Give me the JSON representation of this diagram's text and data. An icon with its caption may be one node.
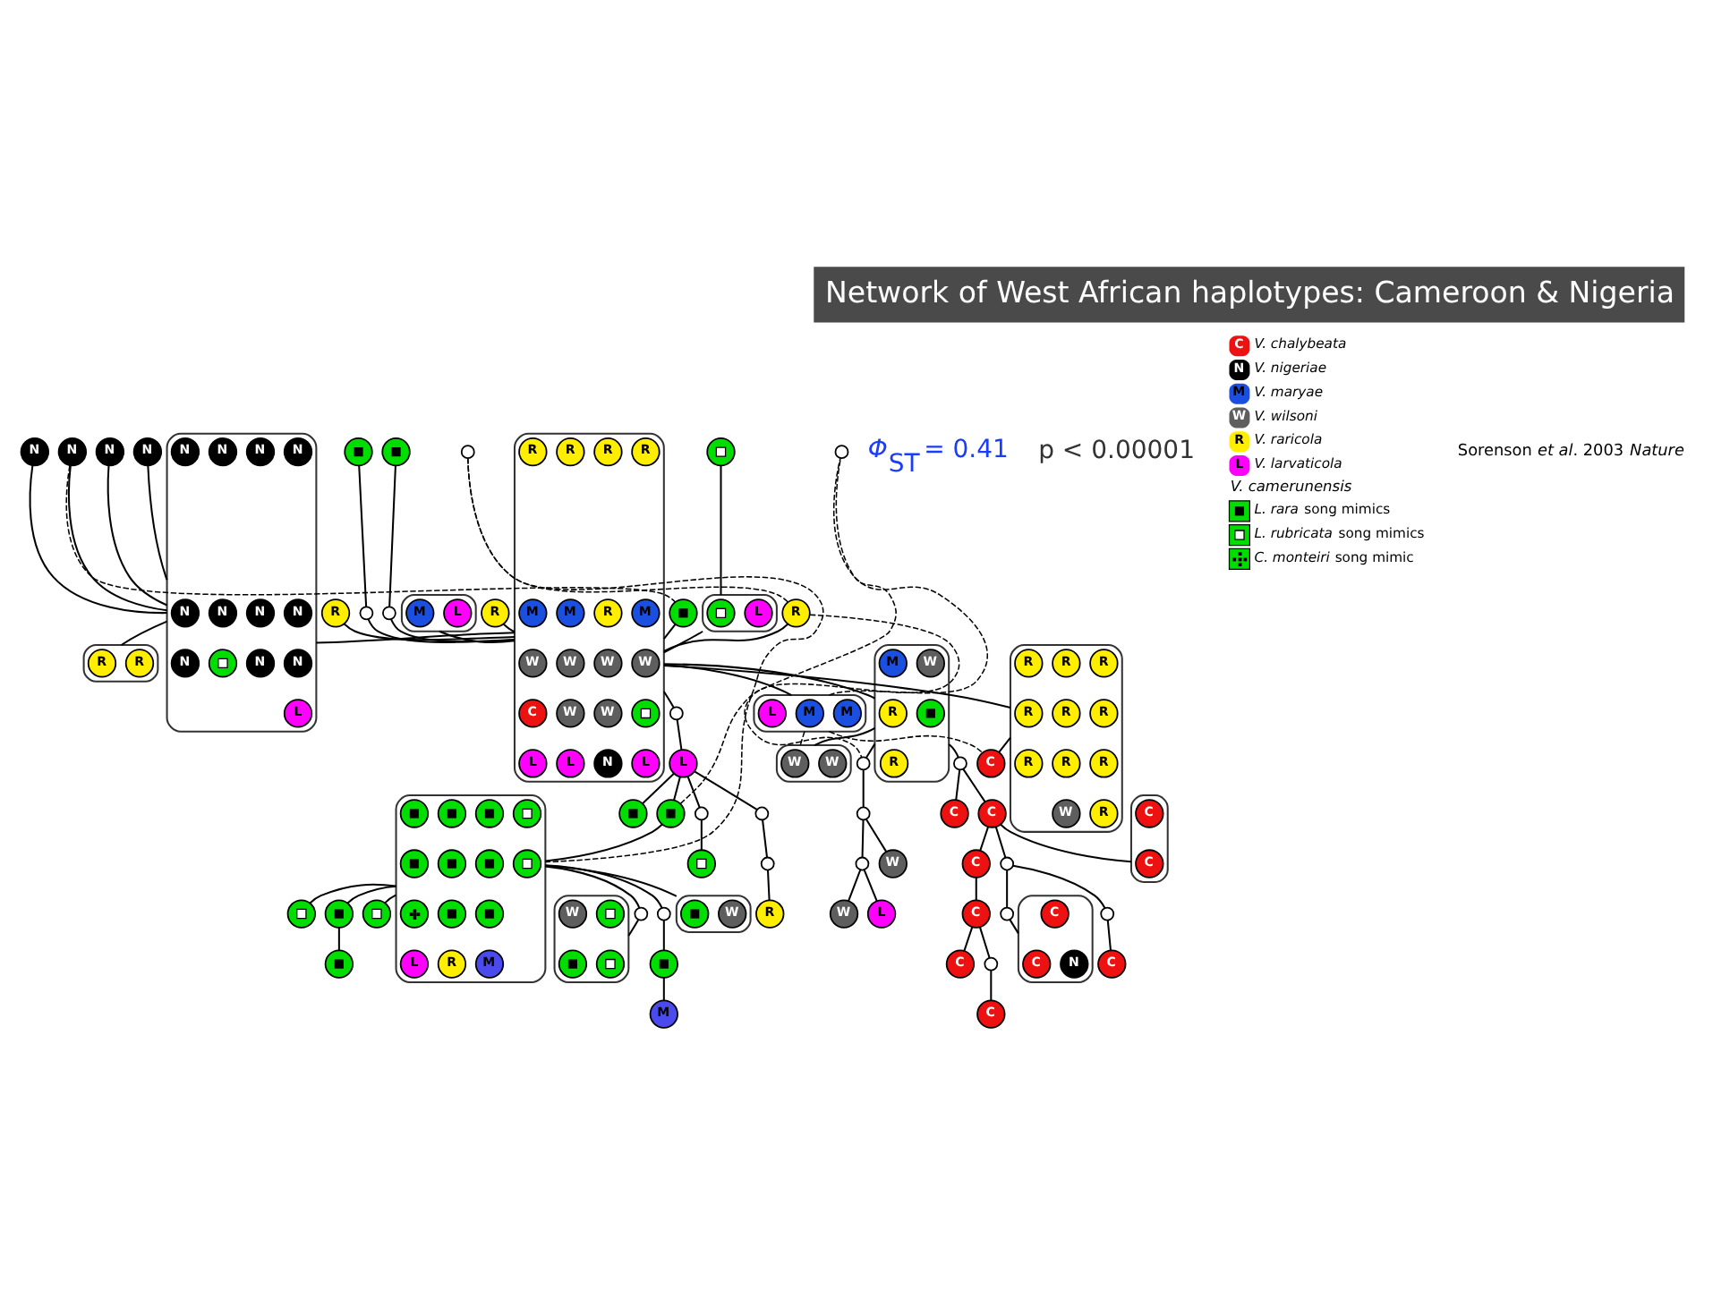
{
  "diagram": {
    "title": "Network of West African haplotypes: Cameroon & Nigeria",
    "caption": "Sorenson *et al*. 2003 *Nature*",
    "nodes": [
      {
        "text": [],
        "shape": "box"
      },
      {
        "text": [
          "N"
        ],
        "in": 0
      },
      {
        "text": [
          "N"
        ],
        "in": 0
      },
      {
        "text": [
          "N"
        ],
        "in": 0
      },
      {
        "text": [
          "N"
        ],
        "in": 0
      },
      {
        "text": [
          "N"
        ],
        "in": 0
      },
      {
        "text": [
          "N"
        ],
        "in": 0
      },
      {
        "text": [
          "N"
        ],
        "in": 0
      },
      {
        "text": [
          "N"
        ],
        "in": 0
      },
      {
        "text": [
          "N"
        ],
        "in": 0
      },
      {
        "text": [
          "N"
        ],
        "in": 0
      },
      {
        "text": [
          "N"
        ],
        "in": 0
      },
      {
        "text": [],
        "shape": "circle",
        "in": 0
      },
      {
        "text": [
          "L"
        ],
        "in": 0
      },
      {
        "text": [
          "N"
        ]
      },
      {
        "text": [
          "N"
        ]
      },
      {
        "text": [
          "N"
        ]
      },
      {
        "text": [
          "N"
        ]
      },
      {
        "text": [],
        "shape": "box"
      },
      {
        "text": [
          "R"
        ],
        "in": 18
      },
      {
        "text": [
          "R"
        ],
        "in": 18
      },
      {
        "text": [],
        "shape": "circle"
      },
      {
        "text": [],
        "shape": "circle"
      },
      {
        "text": [],
        "shape": "box"
      },
      {
        "text": [
          "L"
        ],
        "in": 23
      },
      {
        "text": [],
        "shape": "circle",
        "in": 23
      },
      {
        "text": [
          "R"
        ]
      },
      {
        "text": [],
        "shape": "box"
      },
      {
        "text": [
          "R"
        ],
        "in": 27
      },
      {
        "text": [
          "R"
        ],
        "in": 27
      },
      {
        "text": [
          "R"
        ],
        "in": 27
      },
      {
        "text": [
          "R"
        ],
        "in": 27
      },
      {
        "text": [
          "R"
        ],
        "in": 27
      },
      {
        "text": [
          "M"
        ],
        "in": 27
      },
      {
        "text": [
          "M"
        ],
        "in": 27
      },
      {
        "text": [
          "M"
        ],
        "in": 27
      },
      {
        "text": [
          "W"
        ],
        "in": 27
      },
      {
        "text": [
          "W"
        ],
        "in": 27
      },
      {
        "text": [
          "W"
        ],
        "in": 27
      },
      {
        "text": [
          "W"
        ],
        "in": 27
      },
      {
        "text": [
          "W"
        ],
        "in": 27
      },
      {
        "text": [
          "W"
        ],
        "in": 27
      },
      {
        "text": [],
        "shape": "circle",
        "in": 27
      },
      {
        "text": [
          "C"
        ],
        "in": 27
      },
      {
        "text": [
          "N"
        ],
        "in": 27
      },
      {
        "text": [
          "L"
        ],
        "in": 27
      },
      {
        "text": [
          "L"
        ],
        "in": 27
      },
      {
        "text": [
          "L"
        ],
        "in": 27
      },
      {
        "text": [
          "R"
        ]
      },
      {
        "text": [],
        "shape": "circle"
      },
      {
        "text": [],
        "shape": "circle"
      },
      {
        "text": [],
        "shape": "circle"
      },
      {
        "text": [],
        "shape": "circle"
      },
      {
        "text": [],
        "shape": "box"
      },
      {
        "text": [
          "L"
        ],
        "in": 53
      },
      {
        "text": [
          "M"
        ],
        "in": 53
      },
      {
        "text": [
          "R"
        ]
      },
      {
        "text": [],
        "shape": "circle"
      },
      {
        "text": [],
        "shape": "circle"
      },
      {
        "text": [
          "L"
        ]
      },
      {
        "text": [],
        "shape": "circle"
      },
      {
        "text": [],
        "shape": "circle"
      },
      {
        "text": [],
        "shape": "circle"
      },
      {
        "text": [],
        "shape": "circle"
      },
      {
        "text": [],
        "shape": "circle"
      },
      {
        "text": [
          "R"
        ]
      },
      {
        "text": [],
        "shape": "circle"
      },
      {
        "text": [],
        "shape": "box"
      },
      {
        "text": [
          "R"
        ],
        "in": 67
      },
      {
        "text": [
          "R"
        ],
        "in": 67
      },
      {
        "text": [
          "R"
        ],
        "in": 67
      },
      {
        "text": [
          "R"
        ],
        "in": 67
      },
      {
        "text": [
          "R"
        ],
        "in": 67
      },
      {
        "text": [
          "R"
        ],
        "in": 67
      },
      {
        "text": [
          "R"
        ],
        "in": 67
      },
      {
        "text": [
          "R"
        ],
        "in": 67
      },
      {
        "text": [
          "R"
        ],
        "in": 67
      },
      {
        "text": [
          "R"
        ],
        "in": 67
      },
      {
        "text": [
          "W"
        ],
        "in": 67
      },
      {
        "text": [],
        "shape": "box"
      },
      {
        "text": [],
        "shape": "circle",
        "in": 79
      },
      {
        "text": [],
        "shape": "circle",
        "in": 79
      },
      {
        "text": [],
        "shape": "circle",
        "in": 79
      },
      {
        "text": [],
        "shape": "circle",
        "in": 79
      },
      {
        "text": [],
        "shape": "circle",
        "in": 79
      },
      {
        "text": [],
        "shape": "circle",
        "in": 79
      },
      {
        "text": [],
        "shape": "circle",
        "in": 79
      },
      {
        "text": [],
        "shape": "circle",
        "in": 79
      },
      {
        "text": [],
        "shape": "circle",
        "in": 79
      },
      {
        "text": [],
        "shape": "circle",
        "in": 79
      },
      {
        "text": [],
        "shape": "circle",
        "in": 79
      },
      {
        "text": [
          "M"
        ],
        "in": 79
      },
      {
        "text": [
          "R"
        ],
        "in": 79
      },
      {
        "text": [
          "L"
        ],
        "in": 79
      },
      {
        "text": [
          "M"
        ]
      },
      {
        "text": [],
        "shape": "circle"
      },
      {
        "text": [],
        "shape": "circle"
      },
      {
        "text": [],
        "shape": "circle"
      },
      {
        "text": [],
        "shape": "circle"
      },
      {
        "text": [],
        "shape": "circle"
      },
      {
        "text": [],
        "shape": "circle"
      },
      {
        "text": [],
        "shape": "circle"
      },
      {
        "text": [],
        "shape": "box"
      },
      {
        "text": [
          "W"
        ],
        "in": 102
      },
      {
        "text": [],
        "shape": "circle",
        "in": 102
      },
      {
        "text": [],
        "shape": "box"
      },
      {
        "text": [],
        "shape": "circle",
        "in": 105
      },
      {
        "text": [
          "W"
        ],
        "in": 105
      },
      {
        "text": [],
        "shape": "circle",
        "in": 105
      },
      {
        "text": [],
        "shape": "circle",
        "in": 105
      },
      {
        "text": [],
        "shape": "box"
      },
      {
        "text": [
          "M"
        ],
        "in": 110
      },
      {
        "text": [
          "M"
        ],
        "in": 110
      },
      {
        "text": [
          "L"
        ],
        "in": 110
      },
      {
        "text": [
          "C"
        ]
      },
      {
        "text": [],
        "shape": "circle"
      },
      {
        "text": [],
        "shape": "box"
      },
      {
        "text": [
          "M"
        ],
        "in": 116
      },
      {
        "text": [
          "W"
        ],
        "in": 116
      },
      {
        "text": [
          "R"
        ],
        "in": 116
      },
      {
        "text": [],
        "shape": "circle",
        "in": 116
      },
      {
        "text": [
          "R"
        ],
        "in": 116
      },
      {
        "text": [],
        "shape": "box"
      },
      {
        "text": [
          "W"
        ],
        "in": 122
      },
      {
        "text": [
          "W"
        ],
        "in": 122
      },
      {
        "text": [],
        "shape": "circle"
      },
      {
        "text": [],
        "shape": "circle"
      },
      {
        "text": [
          "C"
        ]
      },
      {
        "text": [
          "C"
        ]
      },
      {
        "text": [],
        "shape": "circle"
      },
      {
        "text": [],
        "shape": "circle"
      },
      {
        "text": [
          "C"
        ]
      },
      {
        "text": [
          "C"
        ]
      },
      {
        "text": [],
        "shape": "box"
      },
      {
        "text": [
          "C"
        ],
        "in": 133
      },
      {
        "text": [
          "C"
        ],
        "in": 133
      },
      {
        "text": [],
        "shape": "circle"
      },
      {
        "text": [
          "W"
        ]
      },
      {
        "text": [
          "L"
        ]
      },
      {
        "text": [
          "C"
        ]
      },
      {
        "text": [],
        "shape": "circle"
      },
      {
        "text": [
          "W"
        ]
      },
      {
        "text": [],
        "shape": "circle"
      },
      {
        "text": [],
        "shape": "box"
      },
      {
        "text": [
          "C"
        ],
        "in": 143
      },
      {
        "text": [
          "C"
        ],
        "in": 143
      },
      {
        "text": [
          "N"
        ],
        "in": 143
      },
      {
        "text": [],
        "shape": "circle"
      },
      {
        "text": [
          "C"
        ]
      },
      {
        "text": [
          "C"
        ]
      }
    ],
    "edges": [
      {
        "from": 14,
        "to": 0,
        "arrow": "none"
      },
      {
        "from": 15,
        "to": 0,
        "arrow": "none"
      },
      {
        "from": 16,
        "to": 0,
        "arrow": "none"
      },
      {
        "from": 17,
        "to": 0,
        "arrow": "none"
      },
      {
        "from": 0,
        "to": 18,
        "arrow": "none"
      },
      {
        "from": 17,
        "to": 22,
        "arrow": "none",
        "style": "dashed"
      },
      {
        "from": 21,
        "to": 23,
        "arrow": "none"
      },
      {
        "from": 22,
        "to": 27,
        "arrow": "none"
      },
      {
        "from": 23,
        "to": 27,
        "arrow": "none"
      },
      {
        "from": 26,
        "to": 27,
        "arrow": "none"
      },
      {
        "from": 48,
        "to": 27,
        "arrow": "none"
      },
      {
        "from": 49,
        "to": 50,
        "arrow": "none"
      },
      {
        "from": 50,
        "to": 27,
        "arrow": "none"
      },
      {
        "from": 51,
        "to": 52,
        "arrow": "none"
      },
      {
        "from": 52,
        "to": 27,
        "arrow": "none"
      },
      {
        "from": 53,
        "to": 27,
        "arrow": "none"
      },
      {
        "from": 56,
        "to": 27,
        "arrow": "none"
      },
      {
        "from": 0,
        "to": 27,
        "arrow": "none"
      },
      {
        "from": 27,
        "to": 57,
        "arrow": "none"
      },
      {
        "from": 57,
        "to": 59,
        "arrow": "none"
      },
      {
        "from": 26,
        "to": 58,
        "arrow": "none",
        "style": "dashed"
      },
      {
        "from": 58,
        "to": 79,
        "arrow": "none",
        "style": "dashed"
      },
      {
        "from": 26,
        "to": 126,
        "arrow": "none",
        "style": "dashed"
      },
      {
        "from": 59,
        "to": 60,
        "arrow": "none"
      },
      {
        "from": 59,
        "to": 61,
        "arrow": "none"
      },
      {
        "from": 61,
        "to": 62,
        "arrow": "none"
      },
      {
        "from": 59,
        "to": 63,
        "arrow": "none"
      },
      {
        "from": 63,
        "to": 64,
        "arrow": "none"
      },
      {
        "from": 64,
        "to": 65,
        "arrow": "none"
      },
      {
        "from": 59,
        "to": 66,
        "arrow": "none"
      },
      {
        "from": 66,
        "to": 79,
        "arrow": "none"
      },
      {
        "from": 66,
        "to": 115,
        "arrow": "none",
        "style": "dashed"
      },
      {
        "from": 27,
        "to": 67,
        "arrow": "none"
      },
      {
        "from": 67,
        "to": 114,
        "arrow": "none"
      },
      {
        "from": 79,
        "to": 96,
        "arrow": "none"
      },
      {
        "from": 96,
        "to": 95,
        "arrow": "none"
      },
      {
        "from": 95,
        "to": 94,
        "arrow": "none"
      },
      {
        "from": 79,
        "to": 98,
        "arrow": "none"
      },
      {
        "from": 98,
        "to": 97,
        "arrow": "none"
      },
      {
        "from": 79,
        "to": 99,
        "arrow": "none"
      },
      {
        "from": 79,
        "to": 100,
        "arrow": "none"
      },
      {
        "from": 79,
        "to": 101,
        "arrow": "none"
      },
      {
        "from": 101,
        "to": 105,
        "arrow": "none"
      },
      {
        "from": 79,
        "to": 102,
        "arrow": "none"
      },
      {
        "from": 27,
        "to": 110,
        "arrow": "none"
      },
      {
        "from": 110,
        "to": 114,
        "arrow": "none",
        "style": "dashed"
      },
      {
        "from": 110,
        "to": 115,
        "arrow": "none",
        "style": "dashed"
      },
      {
        "from": 110,
        "to": 122,
        "arrow": "none",
        "style": "dashed"
      },
      {
        "from": 27,
        "to": 116,
        "arrow": "none"
      },
      {
        "from": 116,
        "to": 122,
        "arrow": "none"
      },
      {
        "from": 116,
        "to": 125,
        "arrow": "none"
      },
      {
        "from": 125,
        "to": 127,
        "arrow": "none"
      },
      {
        "from": 125,
        "to": 128,
        "arrow": "none"
      },
      {
        "from": 128,
        "to": 133,
        "arrow": "none"
      },
      {
        "from": 128,
        "to": 136,
        "arrow": "none"
      },
      {
        "from": 136,
        "to": 142,
        "arrow": "none"
      },
      {
        "from": 142,
        "to": 148,
        "arrow": "none"
      },
      {
        "from": 136,
        "to": 140,
        "arrow": "none"
      },
      {
        "from": 140,
        "to": 143,
        "arrow": "none"
      },
      {
        "from": 128,
        "to": 131,
        "arrow": "none"
      },
      {
        "from": 131,
        "to": 139,
        "arrow": "none"
      },
      {
        "from": 139,
        "to": 132,
        "arrow": "none"
      },
      {
        "from": 139,
        "to": 147,
        "arrow": "none"
      },
      {
        "from": 147,
        "to": 149,
        "arrow": "none"
      },
      {
        "from": 116,
        "to": 126,
        "arrow": "none"
      },
      {
        "from": 126,
        "to": 129,
        "arrow": "none"
      },
      {
        "from": 129,
        "to": 137,
        "arrow": "none"
      },
      {
        "from": 129,
        "to": 130,
        "arrow": "none"
      },
      {
        "from": 130,
        "to": 141,
        "arrow": "none"
      },
      {
        "from": 130,
        "to": 138,
        "arrow": "none"
      }
    ],
    "labels": [
      "*Φ*$_{ST}$ = 0.41",
      "p < 0.00001",
      "C",
      "N",
      "M",
      "W",
      "R",
      "L",
      "V. camerunensis"
    ],
    "legend": [
      {
        "text": "V. chalybeata",
        "color": "#ee1111"
      },
      {
        "text": "V. nigeriae",
        "color": "#000000"
      },
      {
        "text": "V. maryae",
        "color": "#1a4fe0"
      },
      {
        "text": "V. wilsoni",
        "color": "#5e5e5e"
      },
      {
        "text": "V. raricola",
        "color": "#ffee00"
      },
      {
        "text": "V. larvaticola",
        "color": "#ff00ff"
      },
      {
        "text": "*L. rara* song mimics"
      },
      {
        "text": "*L. rubricata* song mimics"
      },
      {
        "text": "*C. monteiri* song mimic"
      }
    ]
  }
}
